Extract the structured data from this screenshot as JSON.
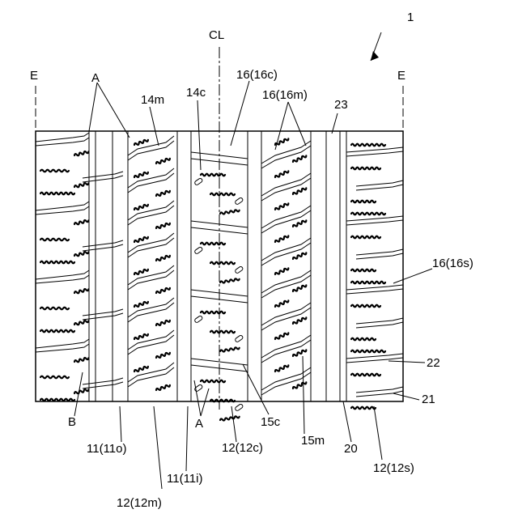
{
  "figure": {
    "ref_main": "1",
    "centerline": "CL",
    "edge_left": "E",
    "edge_right": "E",
    "labels": {
      "A_top": "A",
      "m14m": "14m",
      "m14c": "14c",
      "s16c": "16(16c)",
      "s16m": "16(16m)",
      "n23": "23",
      "s16s": "16(16s)",
      "n22": "22",
      "n21": "21",
      "B": "B",
      "A_bottom": "A",
      "g11o": "11(11o)",
      "g11i": "11(11i)",
      "r12c": "12(12c)",
      "m15c": "15c",
      "m15m": "15m",
      "n20": "20",
      "r12s": "12(12s)",
      "r12m": "12(12m)"
    }
  }
}
